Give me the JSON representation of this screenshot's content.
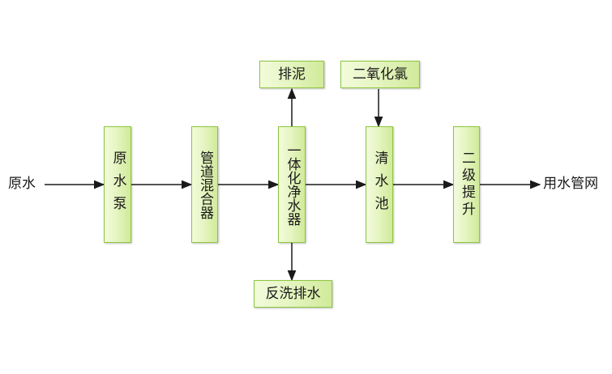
{
  "diagram": {
    "source_label": "原水",
    "sink_label": "用水管网",
    "nodes": {
      "pump": "原水泵",
      "mixer": "管道混合器",
      "purifier": "一体化净水器",
      "clear_well": "清水池",
      "booster": "二级提升",
      "sludge": "排泥",
      "chlorine_dioxide": "二氧化氯",
      "backwash": "反洗排水"
    },
    "colors": {
      "box_border": "#8dc63f",
      "box_fill_light": "#f3fbdc",
      "box_fill_dark": "#d0ea9a",
      "arrow": "#1a1a1a"
    }
  }
}
